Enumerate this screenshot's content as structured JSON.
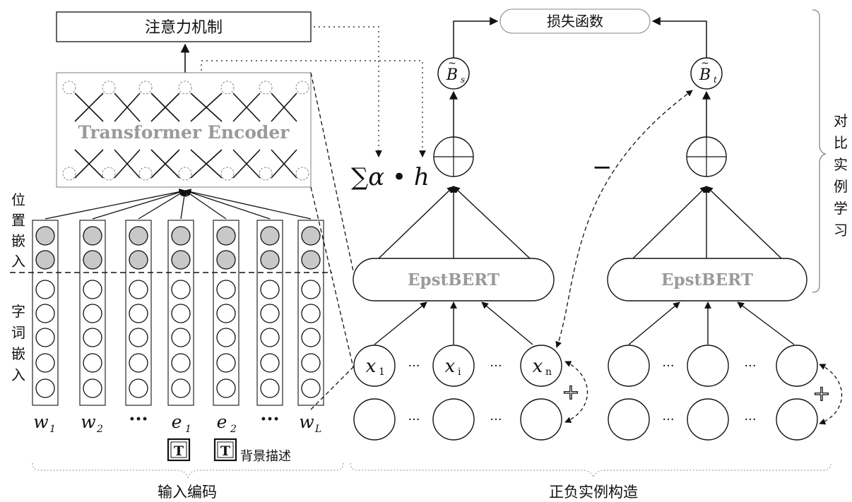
{
  "attention_box": {
    "label": "注意力机制"
  },
  "loss_box": {
    "label": "损失函数"
  },
  "encoder": {
    "label": "Transformer Encoder"
  },
  "bert_left": {
    "label": "EpstBERT"
  },
  "bert_right": {
    "label": "EpstBERT"
  },
  "sum_formula": {
    "label": "∑α • h"
  },
  "minus_sign": {
    "label": "−"
  },
  "b_s": {
    "label": "B",
    "sub": "s",
    "accent": "~"
  },
  "b_t": {
    "label": "B",
    "sub": "t",
    "accent": "~"
  },
  "position_embedding_label": [
    "位",
    "置",
    "嵌",
    "入"
  ],
  "word_embedding_label": [
    "字",
    "词",
    "嵌",
    "入"
  ],
  "contrast_label": [
    "对",
    "比",
    "实",
    "例",
    "学",
    "习"
  ],
  "token_labels": [
    {
      "base": "w",
      "sub": "1"
    },
    {
      "base": "w",
      "sub": "2"
    },
    {
      "base": "···",
      "sub": ""
    },
    {
      "base": "e",
      "sub": "1"
    },
    {
      "base": "e",
      "sub": "2"
    },
    {
      "base": "···",
      "sub": ""
    },
    {
      "base": "w",
      "sub": "L"
    }
  ],
  "x_nodes": [
    {
      "base": "x",
      "sub": "1"
    },
    {
      "base": "x",
      "sub": "i"
    },
    {
      "base": "x",
      "sub": "n"
    }
  ],
  "ellipsis": "···",
  "plus_sign": "+",
  "t_icon": "T",
  "background_label": "背景描述",
  "section_input": "输入编码",
  "section_pairs": "正负实例构造",
  "colors": {
    "line": "#111111",
    "gray_text": "#9a9a9a",
    "node_fill": "#c8c8c8"
  }
}
